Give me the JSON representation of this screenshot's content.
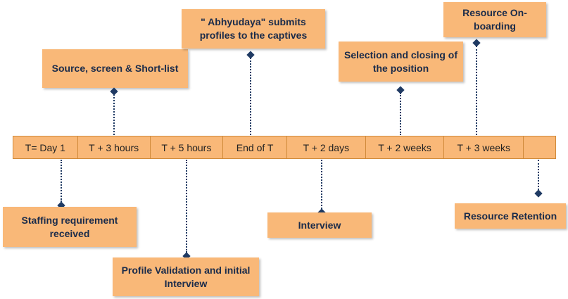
{
  "timeline": {
    "cells": [
      "T= Day 1",
      "T + 3 hours",
      "T + 5 hours",
      "End of T",
      "T + 2 days",
      "T + 2 weeks",
      "T + 3 weeks",
      ""
    ]
  },
  "events": {
    "source_screen": "Source, screen & Short-list",
    "abhyudaya_submits": "\" Abhyudaya\" submits profiles to the captives",
    "selection_closing": "Selection and closing of the position",
    "resource_onboarding": "Resource On-boarding",
    "staffing_requirement": "Staffing requirement received",
    "profile_validation": "Profile Validation and initial Interview",
    "interview": "Interview",
    "resource_retention": "Resource Retention"
  },
  "colors": {
    "box_fill": "#f9b878",
    "text": "#1a2b4a",
    "connector": "#1f3a63"
  }
}
